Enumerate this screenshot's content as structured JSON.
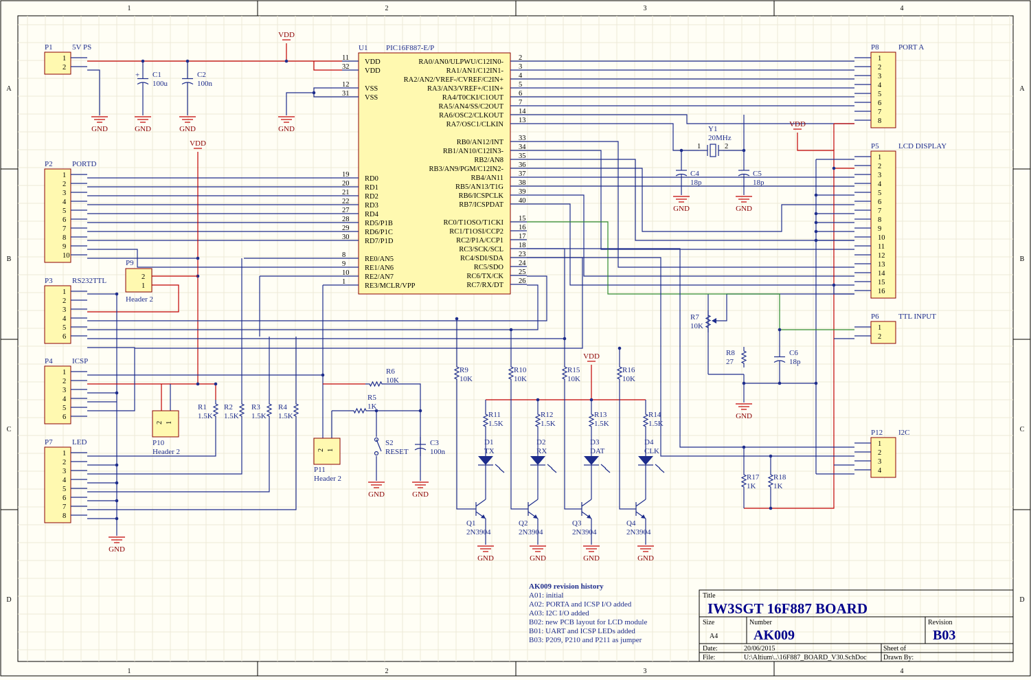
{
  "title_block": {
    "title_label": "Title",
    "title": "IW3SGT 16F887 BOARD",
    "size_label": "Size",
    "size": "A4",
    "number_label": "Number",
    "number": "AK009",
    "revision_label": "Revision",
    "revision": "B03",
    "date_label": "Date:",
    "date": "20/06/2015",
    "sheet_label": "Sheet    of",
    "file_label": "File:",
    "file": "U:\\Altium\\..\\16F887_BOARD_V30.SchDoc",
    "drawn_label": "Drawn By:"
  },
  "zones": {
    "cols": [
      "1",
      "2",
      "3",
      "4"
    ],
    "rows": [
      "A",
      "B",
      "C",
      "D"
    ]
  },
  "revision_history": {
    "heading": "AK009 revision history",
    "entries": [
      "A01: initial",
      "A02: PORTA and ICSP I/O added",
      "A03: I2C I/O added",
      "B02: new PCB layout for LCD module",
      "B01: UART and ICSP LEDs added",
      "B03: P209, P210 and P211 as jumper"
    ]
  },
  "ic": {
    "designator": "U1",
    "part": "PIC16F887-E/P",
    "left_pins": [
      {
        "num": "11",
        "name": "VDD"
      },
      {
        "num": "32",
        "name": "VDD"
      },
      {
        "num": "12",
        "name": "VSS"
      },
      {
        "num": "31",
        "name": "VSS"
      },
      {
        "num": "19",
        "name": "RD0"
      },
      {
        "num": "20",
        "name": "RD1"
      },
      {
        "num": "21",
        "name": "RD2"
      },
      {
        "num": "22",
        "name": "RD3"
      },
      {
        "num": "27",
        "name": "RD4"
      },
      {
        "num": "28",
        "name": "RD5/P1B"
      },
      {
        "num": "29",
        "name": "RD6/P1C"
      },
      {
        "num": "30",
        "name": "RD7/P1D"
      },
      {
        "num": "8",
        "name": "RE0/AN5"
      },
      {
        "num": "9",
        "name": "RE1/AN6"
      },
      {
        "num": "10",
        "name": "RE2/AN7"
      },
      {
        "num": "1",
        "name": "RE3/MCLR/VPP"
      }
    ],
    "right_pins": [
      {
        "num": "2",
        "name": "RA0/AN0/ULPWU/C12IN0-"
      },
      {
        "num": "3",
        "name": "RA1/AN1/C12IN1-"
      },
      {
        "num": "4",
        "name": "RA2/AN2/VREF-/CVREF/C2IN+"
      },
      {
        "num": "5",
        "name": "RA3/AN3/VREF+/C1IN+"
      },
      {
        "num": "6",
        "name": "RA4/T0CKI/C1OUT"
      },
      {
        "num": "7",
        "name": "RA5/AN4/SS/C2OUT"
      },
      {
        "num": "14",
        "name": "RA6/OSC2/CLKOUT"
      },
      {
        "num": "13",
        "name": "RA7/OSC1/CLKIN"
      },
      {
        "num": "33",
        "name": "RB0/AN12/INT"
      },
      {
        "num": "34",
        "name": "RB1/AN10/C12IN3-"
      },
      {
        "num": "35",
        "name": "RB2/AN8"
      },
      {
        "num": "36",
        "name": "RB3/AN9/PGM/C12IN2-"
      },
      {
        "num": "37",
        "name": "RB4/AN11"
      },
      {
        "num": "38",
        "name": "RB5/AN13/T1G"
      },
      {
        "num": "39",
        "name": "RB6/ICSPCLK"
      },
      {
        "num": "40",
        "name": "RB7/ICSPDAT"
      },
      {
        "num": "15",
        "name": "RC0/T1OSO/T1CKI"
      },
      {
        "num": "16",
        "name": "RC1/T1OSI/CCP2"
      },
      {
        "num": "17",
        "name": "RC2/P1A/CCP1"
      },
      {
        "num": "18",
        "name": "RC3/SCK/SCL"
      },
      {
        "num": "23",
        "name": "RC4/SDI/SDA"
      },
      {
        "num": "24",
        "name": "RC5/SDO"
      },
      {
        "num": "25",
        "name": "RC6/TX/CK"
      },
      {
        "num": "26",
        "name": "RC7/RX/DT"
      }
    ]
  },
  "connectors": {
    "P1": {
      "des": "P1",
      "name": "5V PS",
      "pins": [
        "1",
        "2"
      ]
    },
    "P2": {
      "des": "P2",
      "name": "PORTD",
      "pins": [
        "1",
        "2",
        "3",
        "4",
        "5",
        "6",
        "7",
        "8",
        "9",
        "10"
      ]
    },
    "P3": {
      "des": "P3",
      "name": "RS232TTL",
      "pins": [
        "1",
        "2",
        "3",
        "4",
        "5",
        "6"
      ]
    },
    "P4": {
      "des": "P4",
      "name": "ICSP",
      "pins": [
        "1",
        "2",
        "3",
        "4",
        "5",
        "6"
      ]
    },
    "P7": {
      "des": "P7",
      "name": "LED",
      "pins": [
        "1",
        "2",
        "3",
        "4",
        "5",
        "6",
        "7",
        "8"
      ]
    },
    "P8": {
      "des": "P8",
      "name": "PORT A",
      "pins": [
        "1",
        "2",
        "3",
        "4",
        "5",
        "6",
        "7",
        "8"
      ]
    },
    "P5": {
      "des": "P5",
      "name": "LCD DISPLAY",
      "pins": [
        "1",
        "2",
        "3",
        "4",
        "5",
        "6",
        "7",
        "8",
        "9",
        "10",
        "11",
        "12",
        "13",
        "14",
        "15",
        "16"
      ]
    },
    "P6": {
      "des": "P6",
      "name": "TTL INPUT",
      "pins": [
        "1",
        "2"
      ]
    },
    "P12": {
      "des": "P12",
      "name": "I2C",
      "pins": [
        "1",
        "2",
        "3",
        "4"
      ]
    },
    "P9": {
      "des": "P9",
      "name": "Header 2",
      "pins": [
        "2",
        "1"
      ]
    },
    "P10": {
      "des": "P10",
      "name": "Header 2",
      "pins": [
        "2",
        "1"
      ]
    },
    "P11": {
      "des": "P11",
      "name": "Header 2",
      "pins": [
        "2",
        "1"
      ]
    }
  },
  "passives": {
    "C1": {
      "des": "C1",
      "val": "100u"
    },
    "C2": {
      "des": "C2",
      "val": "100n"
    },
    "C3": {
      "des": "C3",
      "val": "100n"
    },
    "C4": {
      "des": "C4",
      "val": "18p"
    },
    "C5": {
      "des": "C5",
      "val": "18p"
    },
    "C6": {
      "des": "C6",
      "val": "18p"
    },
    "Y1": {
      "des": "Y1",
      "val": "20MHz",
      "pin1": "1",
      "pin2": "2"
    },
    "R1": {
      "des": "R1",
      "val": "1.5K"
    },
    "R2": {
      "des": "R2",
      "val": "1.5K"
    },
    "R3": {
      "des": "R3",
      "val": "1.5K"
    },
    "R4": {
      "des": "R4",
      "val": "1.5K"
    },
    "R5": {
      "des": "R5",
      "val": "1K"
    },
    "R6": {
      "des": "R6",
      "val": "10K"
    },
    "R7": {
      "des": "R7",
      "val": "10K"
    },
    "R8": {
      "des": "R8",
      "val": "27"
    },
    "R9": {
      "des": "R9",
      "val": "10K"
    },
    "R10": {
      "des": "R10",
      "val": "10K"
    },
    "R11": {
      "des": "R11",
      "val": "1.5K"
    },
    "R12": {
      "des": "R12",
      "val": "1.5K"
    },
    "R13": {
      "des": "R13",
      "val": "1.5K"
    },
    "R14": {
      "des": "R14",
      "val": "1.5K"
    },
    "R15": {
      "des": "R15",
      "val": "10K"
    },
    "R16": {
      "des": "R16",
      "val": "10K"
    },
    "R17": {
      "des": "R17",
      "val": "1K"
    },
    "R18": {
      "des": "R18",
      "val": "1K"
    },
    "S2": {
      "des": "S2",
      "val": "RESET"
    },
    "D1": {
      "des": "D1",
      "val": "TX"
    },
    "D2": {
      "des": "D2",
      "val": "RX"
    },
    "D3": {
      "des": "D3",
      "val": "DAT"
    },
    "D4": {
      "des": "D4",
      "val": "CLK"
    },
    "Q1": {
      "des": "Q1",
      "val": "2N3904"
    },
    "Q2": {
      "des": "Q2",
      "val": "2N3904"
    },
    "Q3": {
      "des": "Q3",
      "val": "2N3904"
    },
    "Q4": {
      "des": "Q4",
      "val": "2N3904"
    }
  },
  "power": {
    "vdd": "VDD",
    "gnd": "GND"
  },
  "colors": {
    "wire": "#1d2c8c",
    "power": "#c00000",
    "green": "#2e8b2e",
    "part_fill": "#fff9b0",
    "part_border": "#8b0000"
  }
}
